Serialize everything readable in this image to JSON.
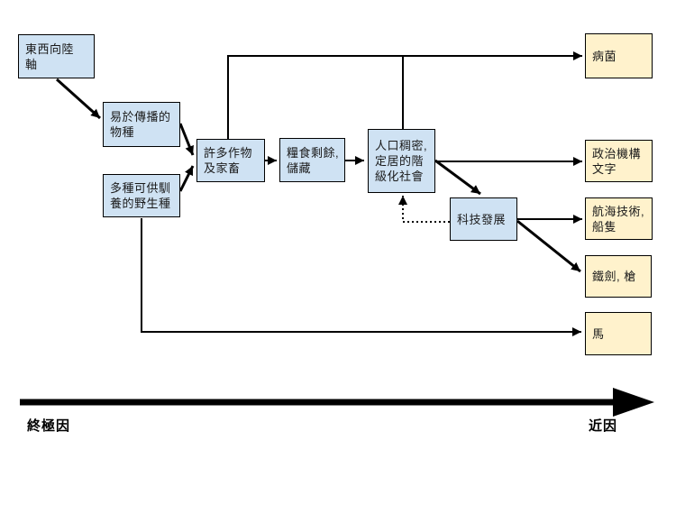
{
  "diagram": {
    "boxes": {
      "east_west_axis": {
        "label": "東西向陸\n軸"
      },
      "spread_species": {
        "label": "易於傳播的\n物種"
      },
      "wild_species": {
        "label": "多種可供馴\n養的野生種"
      },
      "crops_livestock": {
        "label": "許多作物\n及家畜"
      },
      "food_surplus": {
        "label": "糧食剩餘,\n儲藏"
      },
      "dense_population": {
        "label": "人口稠密,\n定居的階\n級化社會"
      },
      "technology": {
        "label": "科技發展"
      },
      "germs": {
        "label": "病菌"
      },
      "political": {
        "label": "政治機構\n文字"
      },
      "maritime": {
        "label": "航海技術,\n船隻"
      },
      "swords_guns": {
        "label": "鐵劍, 槍"
      },
      "horses": {
        "label": "馬"
      }
    },
    "axis": {
      "left_label": "終極因",
      "right_label": "近因"
    },
    "colors": {
      "cause_box": "#cfe2f3",
      "outcome_box": "#fff2cc",
      "line": "#000000",
      "background": "#ffffff"
    }
  }
}
